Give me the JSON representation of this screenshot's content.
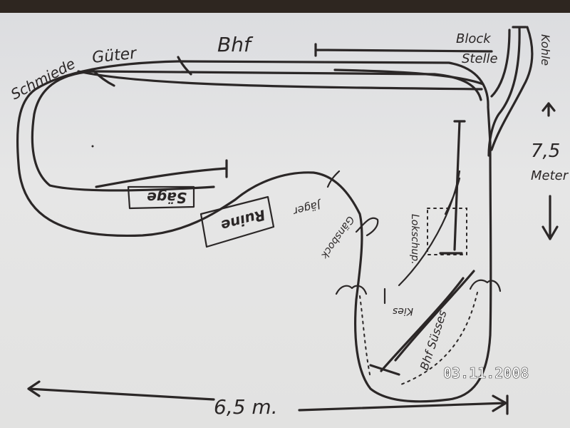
{
  "labels": {
    "schmiede": "Schmiede",
    "gueter": "Güter",
    "bhf": "Bhf",
    "blockstelle_1": "Block",
    "blockstelle_2": "Stelle",
    "kohle": "Kohle",
    "saege": "Säge",
    "ruine": "Ruine",
    "jaeger": "Jäger",
    "gaensbock": "Gänsbock",
    "lokschuppen": "Lokschup.",
    "kies": "Kies",
    "bhf_suesses": "Bhf Süsses",
    "height": "7,5",
    "height_unit": "Meter",
    "width": "6,5 m."
  },
  "date_stamp": "03.11.2008"
}
